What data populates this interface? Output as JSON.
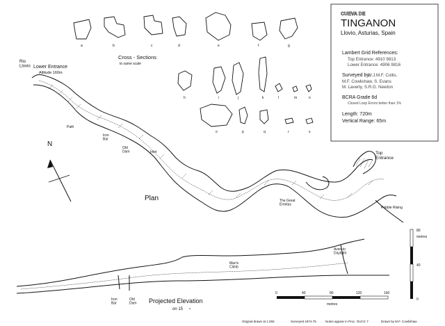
{
  "title": {
    "prefix": "CUEVA DE",
    "name": "TINGANON",
    "location": "Llovio, Asturias, Spain"
  },
  "grid_refs": {
    "heading": "Lambert Grid References:",
    "top": "Top Entrance:  4910 9813",
    "lower": "Lower Entrance: 4906 9816"
  },
  "surveyors": {
    "heading": "Surveyed by:",
    "line1": "W.J.M.F. Collis,",
    "line2": "M.F. Cowlishaw, S. Evans",
    "line3": "M. Laverty, S.R.G. Newton"
  },
  "grade": {
    "label": "BCRA Grade 6d",
    "note": "Closed Loop Errors better than 1%"
  },
  "stats": {
    "length": "Length:        720m",
    "range": "Vertical Range: 65m"
  },
  "sections": {
    "title": "Cross - Sections",
    "subtitle": "to same scale",
    "letters": [
      "a",
      "b",
      "c",
      "d",
      "e",
      "f",
      "g",
      "h",
      "i",
      "j",
      "k",
      "l",
      "m",
      "n",
      "o",
      "p",
      "q",
      "r",
      "s"
    ]
  },
  "plan_labels": {
    "river": "Rio\nLlovio",
    "lower_entrance": "Lower Entrance",
    "altitude": "Altitude 160m",
    "path": "Path",
    "iron_bar": "Iron\nBar",
    "old_dam": "Old\nDam",
    "inlet": "Inlet",
    "top_entrance": "Top\nEntrance",
    "great_ermitas": "The Great\nErmitas",
    "pebble_rising": "Pebble Rising",
    "plan": "Plan",
    "north": "N"
  },
  "elevation_labels": {
    "title": "Projected Elevation",
    "subtitle": "on 15",
    "aven": "Aven to\nDaylight",
    "mans_climb": "Man's\nClimb",
    "iron_bar": "Iron\nBar",
    "old_dam": "Old\nDam"
  },
  "scale": {
    "ticks": [
      "0",
      "40",
      "80",
      "120",
      "160"
    ],
    "unit": "metres",
    "vticks": [
      "80",
      "40",
      "0"
    ],
    "vunit": "metres"
  },
  "footer": {
    "drawn_at": "Original drawn at 1:250",
    "surveyed": "Surveyed 1974-75",
    "notes": "Notes appear in Proc. OUCC 7",
    "drawn_by": "Drawn by M.F. Cowlishaw"
  }
}
